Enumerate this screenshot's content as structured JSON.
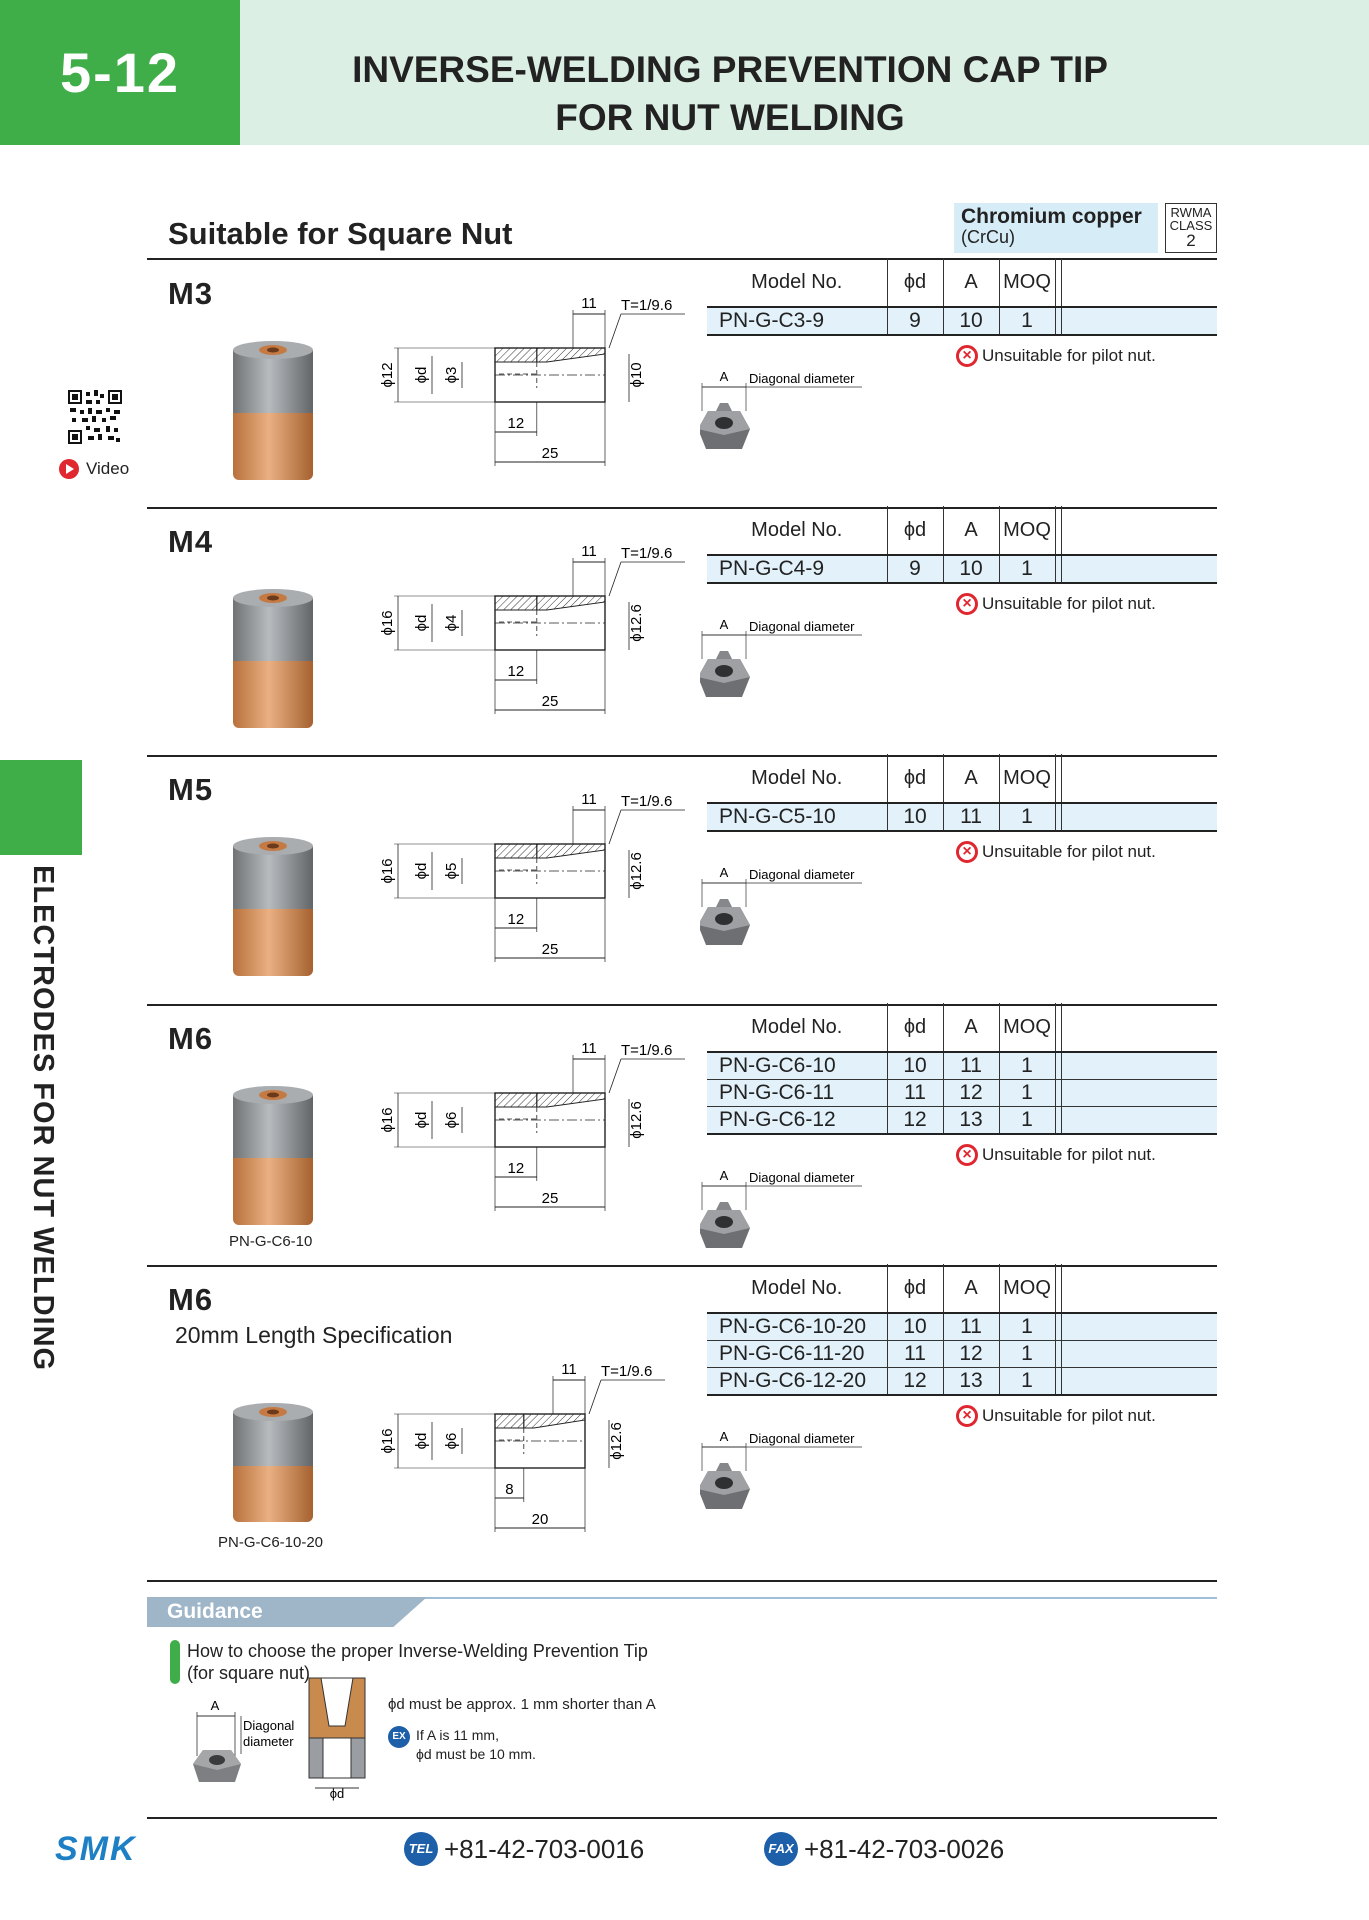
{
  "header": {
    "page_number": "5-12",
    "title_line1": "INVERSE-WELDING PREVENTION CAP TIP",
    "title_line2": "FOR NUT WELDING"
  },
  "section": {
    "title": "Suitable for Square Nut"
  },
  "material": {
    "name": "Chromium copper",
    "formula": "(CrCu)",
    "rwma_line1": "RWMA",
    "rwma_line2": "CLASS",
    "rwma_class": "2"
  },
  "side_label": "ELECTRODES FOR NUT WELDING",
  "video_label": "Video",
  "table_headers": {
    "model": "Model No.",
    "d": "ϕd",
    "a": "A",
    "moq": "MOQ"
  },
  "unsuitable_text": "Unsuitable for pilot nut.",
  "diagonal_label": "Diagonal diameter",
  "a_label": "A",
  "items": [
    {
      "title": "M3",
      "subtitle": "",
      "caption": "",
      "dims": {
        "od": "ϕ12",
        "d": "ϕd",
        "hole": "ϕ3",
        "right": "ϕ10",
        "top": "11",
        "taper": "T=1/9.6",
        "inner": "12",
        "total": "25"
      },
      "rows": [
        {
          "model": "PN-G-C3-9",
          "d": "9",
          "a": "10",
          "moq": "1"
        }
      ]
    },
    {
      "title": "M4",
      "subtitle": "",
      "caption": "",
      "dims": {
        "od": "ϕ16",
        "d": "ϕd",
        "hole": "ϕ4",
        "right": "ϕ12.6",
        "top": "11",
        "taper": "T=1/9.6",
        "inner": "12",
        "total": "25"
      },
      "rows": [
        {
          "model": "PN-G-C4-9",
          "d": "9",
          "a": "10",
          "moq": "1"
        }
      ]
    },
    {
      "title": "M5",
      "subtitle": "",
      "caption": "",
      "dims": {
        "od": "ϕ16",
        "d": "ϕd",
        "hole": "ϕ5",
        "right": "ϕ12.6",
        "top": "11",
        "taper": "T=1/9.6",
        "inner": "12",
        "total": "25"
      },
      "rows": [
        {
          "model": "PN-G-C5-10",
          "d": "10",
          "a": "11",
          "moq": "1"
        }
      ]
    },
    {
      "title": "M6",
      "subtitle": "",
      "caption": "PN-G-C6-10",
      "dims": {
        "od": "ϕ16",
        "d": "ϕd",
        "hole": "ϕ6",
        "right": "ϕ12.6",
        "top": "11",
        "taper": "T=1/9.6",
        "inner": "12",
        "total": "25"
      },
      "rows": [
        {
          "model": "PN-G-C6-10",
          "d": "10",
          "a": "11",
          "moq": "1"
        },
        {
          "model": "PN-G-C6-11",
          "d": "11",
          "a": "12",
          "moq": "1"
        },
        {
          "model": "PN-G-C6-12",
          "d": "12",
          "a": "13",
          "moq": "1"
        }
      ]
    },
    {
      "title": "M6",
      "subtitle": "20mm Length Specification",
      "caption": "PN-G-C6-10-20",
      "dims": {
        "od": "ϕ16",
        "d": "ϕd",
        "hole": "ϕ6",
        "right": "ϕ12.6",
        "top": "11",
        "taper": "T=1/9.6",
        "inner": "8",
        "total": "20"
      },
      "rows": [
        {
          "model": "PN-G-C6-10-20",
          "d": "10",
          "a": "11",
          "moq": "1"
        },
        {
          "model": "PN-G-C6-11-20",
          "d": "11",
          "a": "12",
          "moq": "1"
        },
        {
          "model": "PN-G-C6-12-20",
          "d": "12",
          "a": "13",
          "moq": "1"
        }
      ]
    }
  ],
  "guidance": {
    "tab": "Guidance",
    "line1": "How to choose the proper Inverse-Welding Prevention Tip",
    "line2": "(for square nut)",
    "a_label": "A",
    "diag1": "Diagonal",
    "diag2": "diameter",
    "d_label": "ϕd",
    "rule": "ϕd must be approx. 1 mm shorter than A",
    "ex_badge": "EX",
    "ex1": "If A is 11 mm,",
    "ex2": "ϕd must be 10 mm."
  },
  "footer": {
    "logo": "SMK",
    "tel_badge": "TEL",
    "tel": "+81-42-703-0016",
    "fax_badge": "FAX",
    "fax": "+81-42-703-0026"
  },
  "colors": {
    "green": "#3fae49",
    "header_band": "#dcefe4",
    "row_blue": "#e2f1fa",
    "unsuitable_red": "#e0262f",
    "brand_blue": "#1d5fa8"
  }
}
